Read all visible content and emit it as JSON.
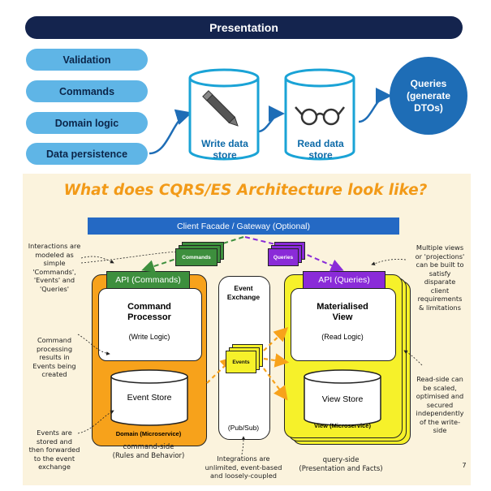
{
  "top": {
    "presentation": "Presentation",
    "layers": [
      "Validation",
      "Commands",
      "Domain logic",
      "Data persistence"
    ],
    "write_store": [
      "Write data",
      "store"
    ],
    "read_store": [
      "Read data",
      "store"
    ],
    "queries": [
      "Queries",
      "(generate",
      "DTOs)"
    ]
  },
  "bottom": {
    "title": "What does CQRS/ES Architecture look like?",
    "gateway": "Client Facade / Gateway (Optional)",
    "commands_doc": "Commands",
    "queries_doc": "Queries",
    "api_commands": "API (Commands)",
    "api_queries": "API (Queries)",
    "command_processor": [
      "Command",
      "Processor"
    ],
    "write_logic": "(Write Logic)",
    "event_store": "Event Store",
    "domain_ms": "Domain (Microservice)",
    "event_exchange": [
      "Event",
      "Exchange"
    ],
    "events_doc": "Events",
    "pubsub": "(Pub/Sub)",
    "materialised_view": [
      "Materialised",
      "View"
    ],
    "read_logic": "(Read Logic)",
    "view_store": "View Store",
    "view_ms": "View (Microservice)",
    "command_side": [
      "command-side",
      "(Rules and Behavior)"
    ],
    "query_side": [
      "query-side",
      "(Presentation and Facts)"
    ],
    "integrations": [
      "Integrations are",
      "unlimited, event-based",
      "and loosely-coupled"
    ],
    "page_number": "7",
    "note_interactions": [
      "Interactions are",
      "modeled as",
      "simple",
      "'Commands',",
      "'Events' and",
      "'Queries'"
    ],
    "note_command_processing": [
      "Command",
      "processing",
      "results in",
      "Events being",
      "created"
    ],
    "note_events_stored": [
      "Events are",
      "stored and",
      "then forwarded",
      "to the event",
      "exchange"
    ],
    "note_multiple_views": [
      "Multiple views",
      "or 'projections'",
      "can be built to",
      "satisfy",
      "disparate",
      "client",
      "requirements",
      "& limitations"
    ],
    "note_read_side": [
      "Read-side can",
      "be scaled,",
      "optimised and",
      "secured",
      "independently",
      "of the write-",
      "side"
    ]
  },
  "colors": {
    "navy": "#14244e",
    "light_blue": "#5fb5e6",
    "cyan": "#1aa3d6",
    "blue": "#1e6db6",
    "orange": "#f7a21b",
    "yellow": "#f6f12a",
    "green": "#3d8f3d",
    "purple": "#8a2bd8"
  }
}
